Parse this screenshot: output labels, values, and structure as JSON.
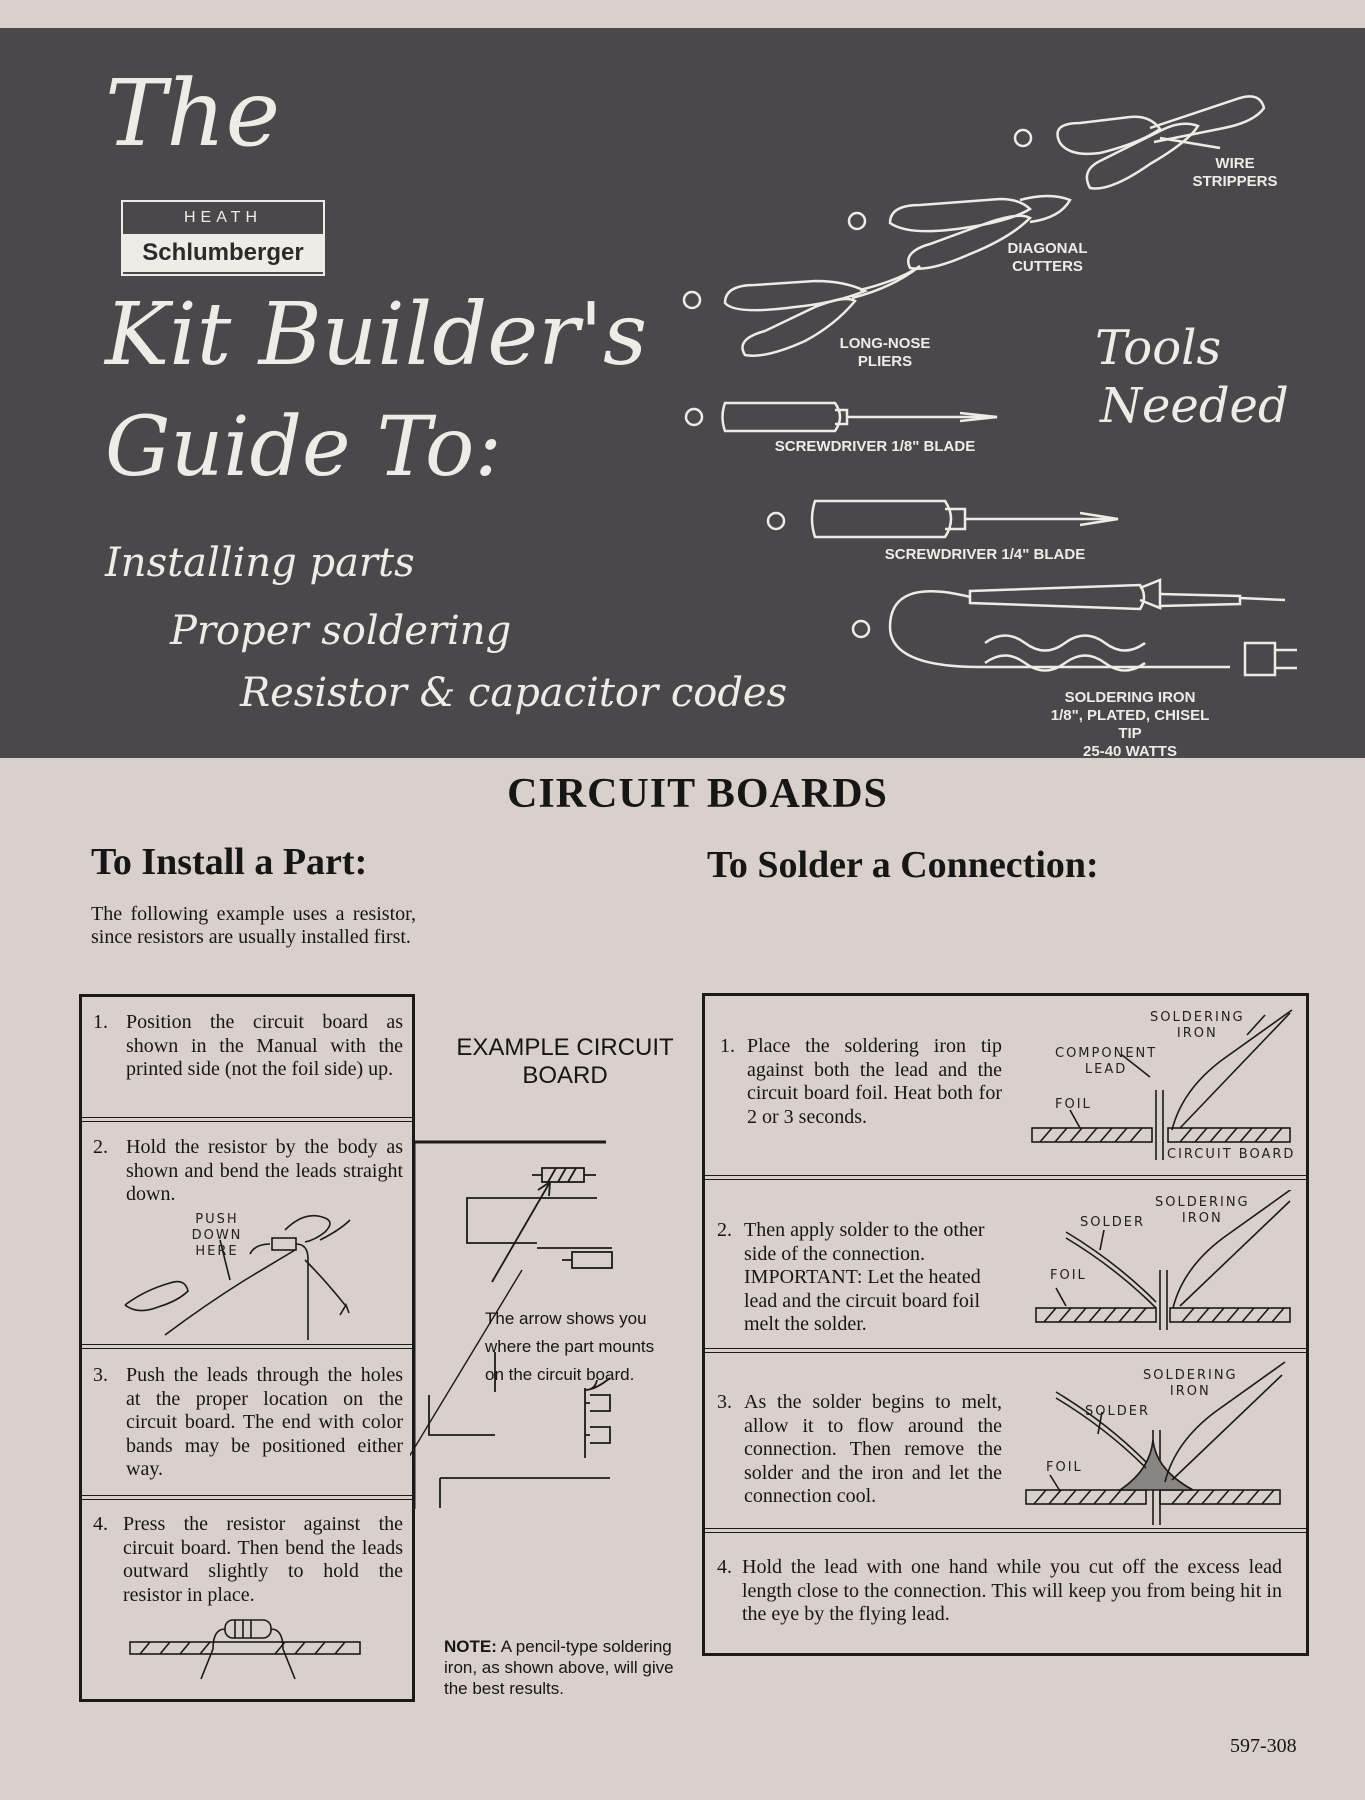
{
  "header": {
    "the": "The",
    "logo_top": "HEATH",
    "logo_bottom": "Schlumberger",
    "kit_builders": "Kit Builder's",
    "guide_to": "Guide To:",
    "topics": [
      "Installing parts",
      "Proper soldering",
      "Resistor & capacitor codes"
    ],
    "tools_line1": "Tools",
    "tools_line2": "Needed",
    "tools": [
      {
        "lines": [
          "WIRE",
          "STRIPPERS"
        ]
      },
      {
        "lines": [
          "DIAGONAL",
          "CUTTERS"
        ]
      },
      {
        "lines": [
          "LONG-NOSE",
          "PLIERS"
        ]
      },
      {
        "lines": [
          "SCREWDRIVER 1/8\" BLADE"
        ]
      },
      {
        "lines": [
          "SCREWDRIVER 1/4\" BLADE"
        ]
      },
      {
        "lines": [
          "SOLDERING IRON",
          "1/8\", PLATED, CHISEL TIP",
          "25-40 WATTS"
        ]
      }
    ]
  },
  "section_title": "CIRCUIT BOARDS",
  "install": {
    "title": "To Install a Part:",
    "intro": "The following example uses a resistor, since resistors are usually installed first.",
    "steps": [
      {
        "num": "1.",
        "text": "Position the circuit board as shown in the Manual with the printed side (not the foil side) up."
      },
      {
        "num": "2.",
        "text": "Hold the resistor by the body as shown and bend the leads straight down."
      },
      {
        "num": "3.",
        "text": "Push the leads through the holes at the proper location on the circuit board. The end with color bands may be positioned either way."
      },
      {
        "num": "4.",
        "text": "Press the resistor against the circuit board. Then bend the leads outward slightly to hold the resistor in place."
      }
    ],
    "push_down_here": [
      "PUSH DOWN",
      "HERE"
    ]
  },
  "example": {
    "title_line1": "EXAMPLE CIRCUIT",
    "title_line2": "BOARD",
    "arrow_text": [
      "The arrow shows you",
      "where the part mounts",
      "on the circuit board."
    ],
    "note_label": "NOTE:",
    "note_text": "A pencil-type soldering iron, as shown above, will give the best results."
  },
  "solder": {
    "title": "To Solder a Connection:",
    "steps": [
      {
        "num": "1.",
        "text": "Place the soldering iron tip against both the lead and the circuit board foil. Heat both for 2 or 3 seconds."
      },
      {
        "num": "2.",
        "text": "Then apply solder to the other side of the connection. IMPORTANT: Let the heated lead and the circuit board foil melt the solder."
      },
      {
        "num": "3.",
        "text": "As the solder begins to melt, allow it to flow around the connection. Then remove the solder and the iron and let the connection cool."
      },
      {
        "num": "4.",
        "text": "Hold the lead with one hand while you cut off the excess lead length close to the connection. This will keep you from being hit in the eye by the flying lead."
      }
    ],
    "labels": {
      "soldering": "SOLDERING",
      "iron": "IRON",
      "component": "COMPONENT",
      "lead": "LEAD",
      "foil": "FOIL",
      "circuit_board": "CIRCUIT BOARD",
      "solder": "SOLDER"
    }
  },
  "doc_number": "597-308"
}
